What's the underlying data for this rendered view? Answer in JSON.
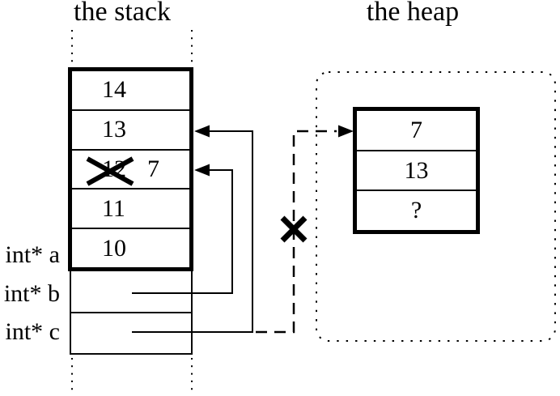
{
  "figure": {
    "title_stack": "the stack",
    "title_heap": "the heap"
  },
  "stack_frame": {
    "cells": [
      {
        "value": "14"
      },
      {
        "value": "13"
      },
      {
        "old_value": "12",
        "new_value": "7",
        "crossed_out": true
      },
      {
        "value": "11"
      },
      {
        "value": "10"
      }
    ]
  },
  "pointer_vars": [
    {
      "label": "int* a"
    },
    {
      "label": "int* b"
    },
    {
      "label": "int* c"
    }
  ],
  "heap_block": {
    "cells": [
      {
        "value": "7"
      },
      {
        "value": "13"
      },
      {
        "value": "?"
      }
    ]
  },
  "icons": {
    "crossed_out_value_x": "✕",
    "dangling_pointer_x": "✕"
  },
  "colors": {
    "ink": "#000000",
    "background": "#ffffff"
  }
}
